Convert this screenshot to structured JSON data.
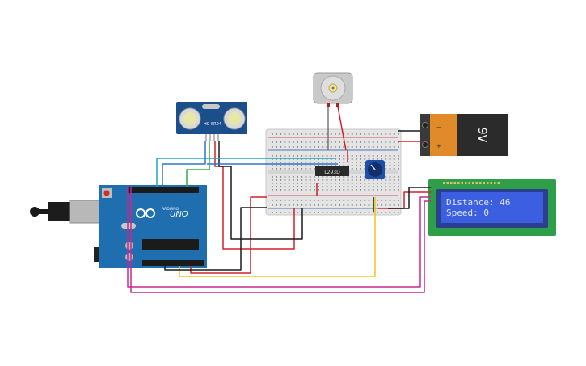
{
  "canvas": {
    "background": "#ffffff"
  },
  "colors": {
    "arduino_board": "#1f6fb0",
    "breadboard": "#e4e4e4",
    "lcd_board": "#2e9e48",
    "lcd_screen": "#3b5fe0",
    "lcd_text": "#dfe6ff",
    "sensor_board": "#1a4f8c",
    "battery_body": "#2b2b2b",
    "battery_cap": "#e08a2a",
    "wire_red": "#d0202a",
    "wire_black": "#1a1a1a",
    "wire_cyan": "#1aa6c8",
    "wire_blue": "#2f73c9",
    "wire_green": "#2bae4a",
    "wire_yellow": "#f0c419",
    "wire_magenta": "#c5288f",
    "potentiometer": "#1e4fa8"
  },
  "components": {
    "arduino": {
      "label": "UNO",
      "sub_label": "ARDUINO",
      "icon": "arduino-infinity-icon"
    },
    "ultrasonic_sensor": {
      "label": "HC-SR04"
    },
    "motor_driver_ic": {
      "label": "L293D"
    },
    "battery": {
      "label": "9V"
    },
    "dc_motor": {
      "icon": "dc-motor-icon"
    },
    "potentiometer": {
      "icon": "potentiometer-knob-icon"
    },
    "lcd": {
      "line1": "Distance: 46",
      "line2": "Speed: 0"
    }
  }
}
